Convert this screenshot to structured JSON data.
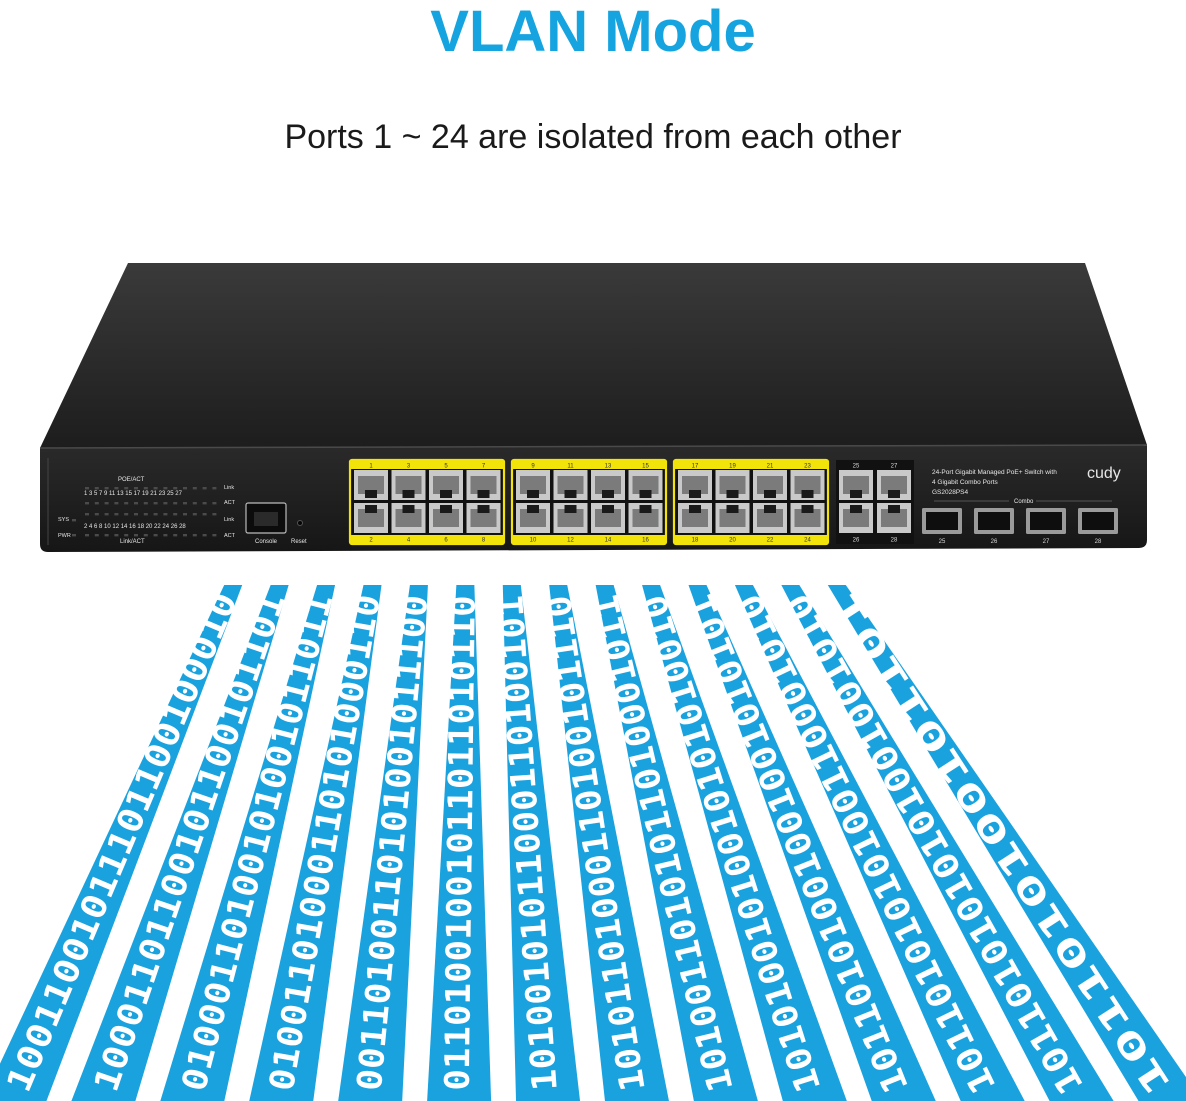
{
  "header": {
    "title": "VLAN Mode",
    "subtitle": "Ports 1 ~ 24 are isolated from each other"
  },
  "device": {
    "brand": "cudy",
    "description_line1": "24-Port Gigabit Managed PoE+ Switch with",
    "description_line2": "4 Gigabit Combo Ports",
    "model": "GS2028PS4",
    "combo_label": "Combo",
    "console_label": "Console",
    "reset_label": "Reset",
    "led_panel": {
      "poe_act": "POE/ACT",
      "link_act": "Link/ACT",
      "link": "Link",
      "act": "ACT",
      "sys": "SYS",
      "pwr": "PWR",
      "odd_numbers": "1 3 5 7 9 11 13 15 17 19 21 23 25 27",
      "even_numbers": "2 4 6 8 10 12 14 16 18 20 22 24 26 28"
    },
    "port_groups": [
      {
        "top": [
          "1",
          "3",
          "5",
          "7"
        ],
        "bottom": [
          "2",
          "4",
          "6",
          "8"
        ]
      },
      {
        "top": [
          "9",
          "11",
          "13",
          "15"
        ],
        "bottom": [
          "10",
          "12",
          "14",
          "16"
        ]
      },
      {
        "top": [
          "17",
          "19",
          "21",
          "23"
        ],
        "bottom": [
          "18",
          "20",
          "22",
          "24"
        ]
      }
    ],
    "combo_rj45": {
      "top": [
        "25",
        "27"
      ],
      "bottom": [
        "26",
        "28"
      ]
    },
    "sfp_ports": [
      "25",
      "26",
      "27",
      "28"
    ]
  },
  "data_streams": [
    "10011001011101100100010",
    "10001101100101100101101",
    "01000110100101001011011",
    "01001101000110101000110",
    "00110100110101001011100",
    "01101001001011011010110",
    "10100101011000110100101",
    "10101101000110100101110",
    "10100110101011010001011",
    "10101001010010101010010",
    "10110101001001001010101",
    "10110101010100110001010",
    "10110101010101001001010",
    "1011010100101101"
  ],
  "colors": {
    "accent": "#15a4e0",
    "stream_fill": "#1aa2df",
    "chassis": "#1c1c1c",
    "poe_port_border": "#f2e40b"
  }
}
